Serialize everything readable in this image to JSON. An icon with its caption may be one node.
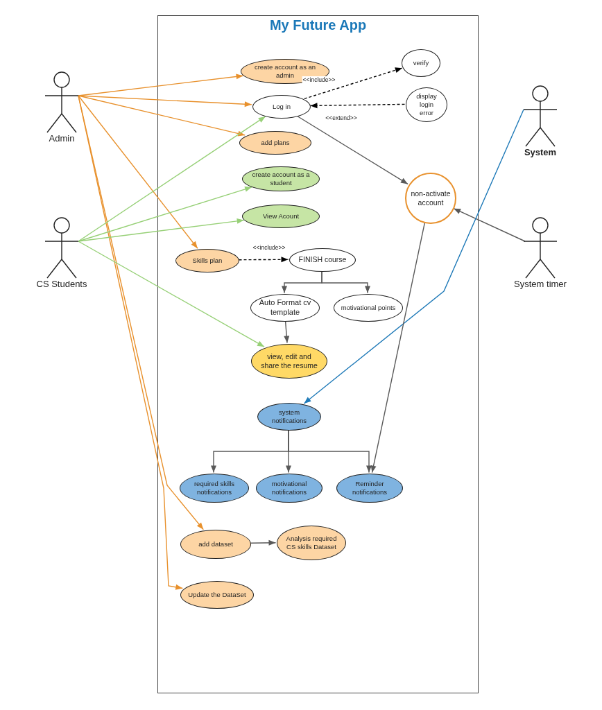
{
  "diagram": {
    "nodes": [
      {
        "text": [
          "Admin"
        ]
      },
      {
        "text": [
          "CS Students"
        ]
      },
      {
        "text": [
          "System"
        ]
      },
      {
        "text": [
          "System timer"
        ]
      },
      {
        "text": [
          "My Future App"
        ]
      },
      {
        "text": [
          "create account as an admin"
        ],
        "in": 4
      },
      {
        "text": [
          "verify"
        ],
        "in": 4
      },
      {
        "text": [
          "Log in"
        ],
        "in": 4
      },
      {
        "text": [
          "display login error"
        ],
        "in": 4
      },
      {
        "text": [
          "add plans"
        ],
        "in": 4
      },
      {
        "text": [
          "create account as a student"
        ],
        "in": 4
      },
      {
        "text": [
          "View Acount"
        ],
        "in": 4
      },
      {
        "text": [
          "non-activate account"
        ],
        "in": 4
      },
      {
        "text": [
          "Skills plan"
        ],
        "in": 4
      },
      {
        "text": [
          "FINISH course"
        ],
        "in": 4
      },
      {
        "text": [
          "Auto Format cv template"
        ],
        "in": 4
      },
      {
        "text": [
          "motivational points"
        ],
        "in": 4
      },
      {
        "text": [
          "view, edit and share the resume"
        ],
        "in": 4
      },
      {
        "text": [
          "system notifications"
        ],
        "in": 4
      },
      {
        "text": [
          "required skills notifications"
        ],
        "in": 4
      },
      {
        "text": [
          "motivational notifications"
        ],
        "in": 4
      },
      {
        "text": [
          "Reminder notifications"
        ],
        "in": 4
      },
      {
        "text": [
          "add dataset"
        ],
        "in": 4
      },
      {
        "text": [
          "Analysis required CS skills Dataset"
        ],
        "in": 4
      },
      {
        "text": [
          "Update the DataSet"
        ],
        "in": 4
      }
    ],
    "edges": [
      {
        "from": 0,
        "to": 5,
        "arrow": "to",
        "color": "#e8912d"
      },
      {
        "from": 0,
        "to": 7,
        "arrow": "to",
        "color": "#e8912d"
      },
      {
        "from": 0,
        "to": 9,
        "arrow": "to",
        "color": "#e8912d"
      },
      {
        "from": 0,
        "to": 13,
        "arrow": "to",
        "color": "#e8912d"
      },
      {
        "from": 0,
        "to": 22,
        "arrow": "to",
        "color": "#e8912d"
      },
      {
        "from": 0,
        "to": 24,
        "arrow": "to",
        "color": "#e8912d"
      },
      {
        "from": 1,
        "to": 7,
        "arrow": "to",
        "color": "#97d077"
      },
      {
        "from": 1,
        "to": 10,
        "arrow": "to",
        "color": "#97d077"
      },
      {
        "from": 1,
        "to": 11,
        "arrow": "to",
        "color": "#97d077"
      },
      {
        "from": 1,
        "to": 17,
        "arrow": "to",
        "color": "#97d077"
      },
      {
        "from": 7,
        "to": 6,
        "arrow": "to",
        "label": "<<include>>",
        "style": "dashed",
        "color": "#000000"
      },
      {
        "from": 8,
        "to": 7,
        "arrow": "to",
        "label": "<<extend>>",
        "style": "dashed",
        "color": "#000000"
      },
      {
        "from": 7,
        "to": 12,
        "arrow": "to"
      },
      {
        "from": 3,
        "to": 12,
        "arrow": "to"
      },
      {
        "from": 2,
        "to": 18,
        "arrow": "to",
        "color": "#1f7ab8"
      },
      {
        "from": 12,
        "to": 21,
        "arrow": "to"
      },
      {
        "from": 13,
        "to": 14,
        "arrow": "to",
        "label": "<<include>>",
        "style": "dashed",
        "color": "#000000"
      },
      {
        "from": 14,
        "to": 15,
        "arrow": "to"
      },
      {
        "from": 14,
        "to": 16,
        "arrow": "to"
      },
      {
        "from": 15,
        "to": 17,
        "arrow": "to"
      },
      {
        "from": 18,
        "to": 19,
        "arrow": "to"
      },
      {
        "from": 18,
        "to": 20,
        "arrow": "to"
      },
      {
        "from": 18,
        "to": 21,
        "arrow": "to"
      },
      {
        "from": 22,
        "to": 23,
        "arrow": "to"
      }
    ]
  }
}
